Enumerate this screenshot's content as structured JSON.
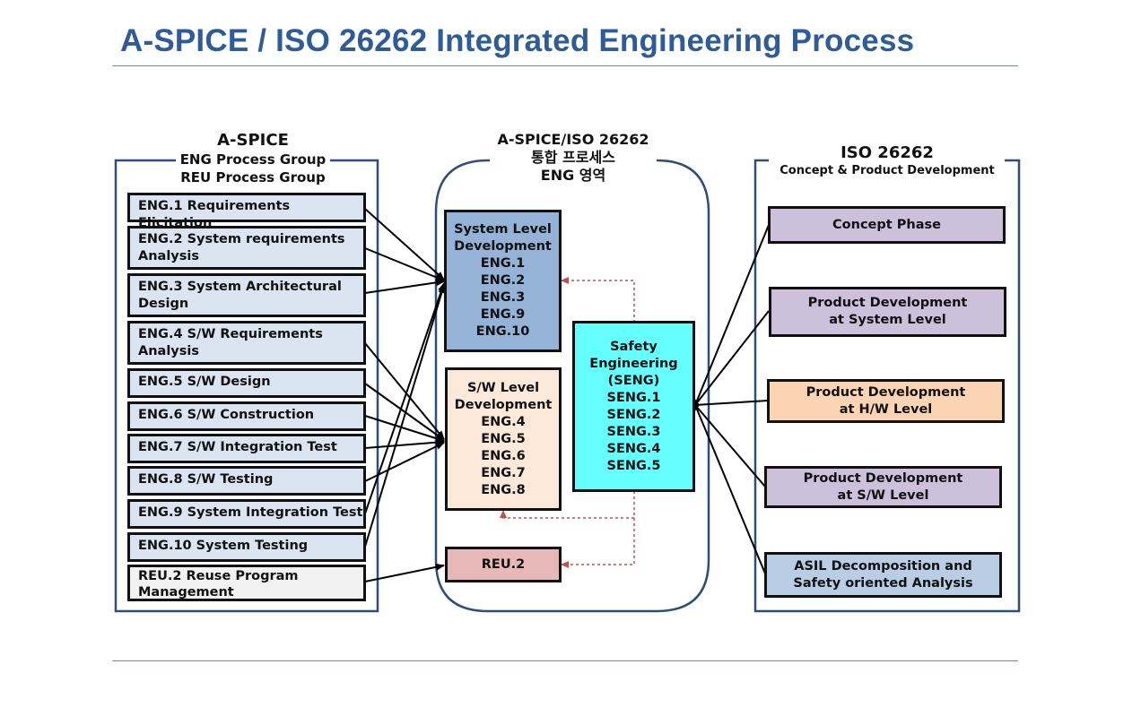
{
  "title": "A-SPICE / ISO 26262 Integrated Engineering Process",
  "left_panel": {
    "heading": "A-SPICE",
    "group_1": "ENG Process Group",
    "group_2": "REU Process Group",
    "items": [
      {
        "line1": "ENG.1 Requirements Elicitation",
        "line2": ""
      },
      {
        "line1": "ENG.2 System requirements",
        "line2": "Analysis"
      },
      {
        "line1": "ENG.3 System Architectural",
        "line2": "Design"
      },
      {
        "line1": "ENG.4 S/W Requirements",
        "line2": "Analysis"
      },
      {
        "line1": "ENG.5 S/W Design",
        "line2": ""
      },
      {
        "line1": "ENG.6 S/W Construction",
        "line2": ""
      },
      {
        "line1": "ENG.7 S/W Integration Test",
        "line2": ""
      },
      {
        "line1": "ENG.8 S/W Testing",
        "line2": ""
      },
      {
        "line1": "ENG.9 System Integration Test",
        "line2": ""
      },
      {
        "line1": "ENG.10 System Testing",
        "line2": ""
      },
      {
        "line1": "REU.2 Reuse Program",
        "line2": "Management"
      }
    ]
  },
  "center_panel": {
    "heading_1": "A-SPICE/ISO 26262",
    "heading_2": "통합 프로세스",
    "heading_3": "ENG 영역",
    "system_box": [
      "System Level",
      "Development",
      "ENG.1",
      "ENG.2",
      "ENG.3",
      "ENG.9",
      "ENG.10"
    ],
    "sw_box": [
      "S/W Level",
      "Development",
      "ENG.4",
      "ENG.5",
      "ENG.6",
      "ENG.7",
      "ENG.8"
    ],
    "reu_box": "REU.2",
    "safety_box": [
      "Safety",
      "Engineering",
      "(SENG)",
      "SENG.1",
      "SENG.2",
      "SENG.3",
      "SENG.4",
      "SENG.5"
    ]
  },
  "right_panel": {
    "heading": "ISO 26262",
    "subheading": "Concept & Product Development",
    "items": [
      {
        "line1": "Concept Phase",
        "line2": ""
      },
      {
        "line1": "Product Development",
        "line2": "at System Level"
      },
      {
        "line1": "Product Development",
        "line2": "at H/W Level"
      },
      {
        "line1": "Product Development",
        "line2": "at S/W Level"
      },
      {
        "line1": "ASIL Decomposition and",
        "line2": "Safety oriented Analysis"
      }
    ]
  },
  "colors": {
    "title": "#2e5c96",
    "frame": "#2f4f79",
    "left_item": "#dbe5f1",
    "reuse_item": "#f2f2f2",
    "system_box": "#95b3d7",
    "sw_box": "#fde9d9",
    "reu_box": "#e6b9b8",
    "safety_box": "#66ffff",
    "concept_box": "#ccc0da",
    "hw_box": "#fbd4b4",
    "asil_box": "#b9cde5",
    "dotted_arrow": "#c0504d"
  }
}
